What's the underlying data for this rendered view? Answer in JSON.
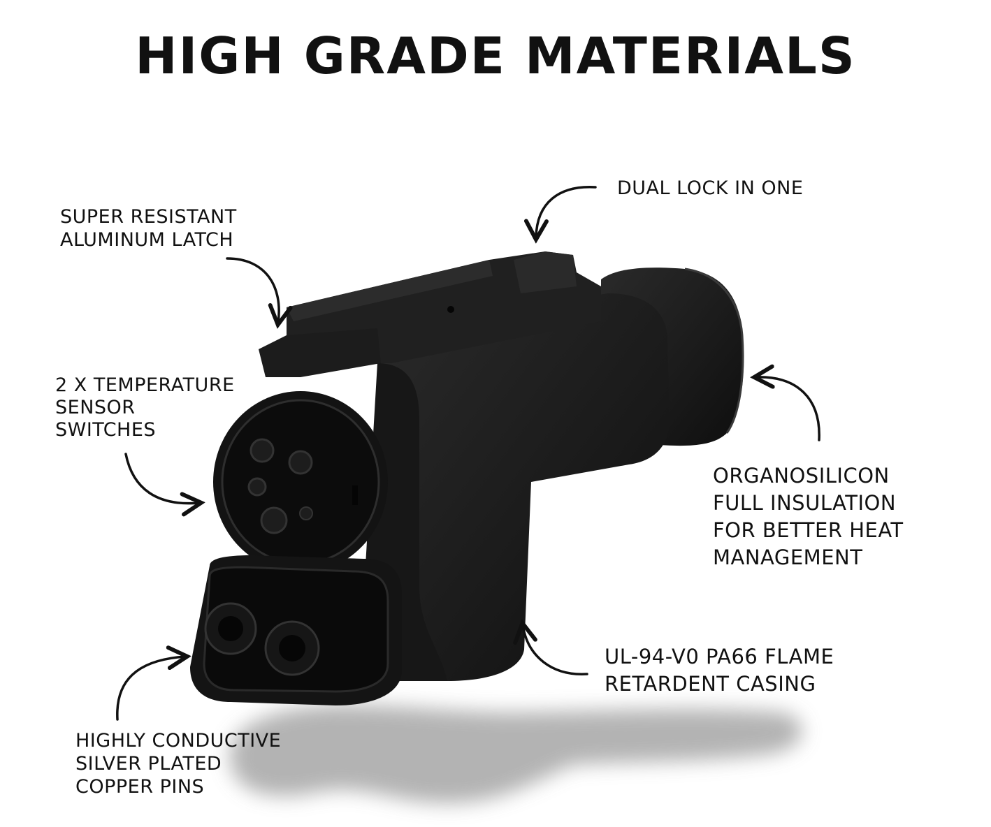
{
  "title": "HIGH GRADE MATERIALS",
  "colors": {
    "ink": "#111111",
    "product": "#1b1b1b",
    "shadow": "#9a9a9a",
    "background": "#ffffff"
  },
  "callouts": {
    "dual_lock": [
      "DUAL LOCK IN ONE"
    ],
    "latch": [
      "SUPER RESISTANT",
      "ALUMINUM LATCH"
    ],
    "temperature": [
      "2 X TEMPERATURE",
      "SENSOR",
      "SWITCHES"
    ],
    "insulation": [
      "ORGANOSILICON",
      "FULL INSULATION",
      "FOR BETTER HEAT",
      "MANAGEMENT"
    ],
    "casing": [
      "UL-94-V0 PA66 FLAME",
      "RETARDENT CASING"
    ],
    "pins": [
      "HIGHLY CONDUCTIVE",
      "SILVER PLATED",
      "COPPER PINS"
    ]
  }
}
